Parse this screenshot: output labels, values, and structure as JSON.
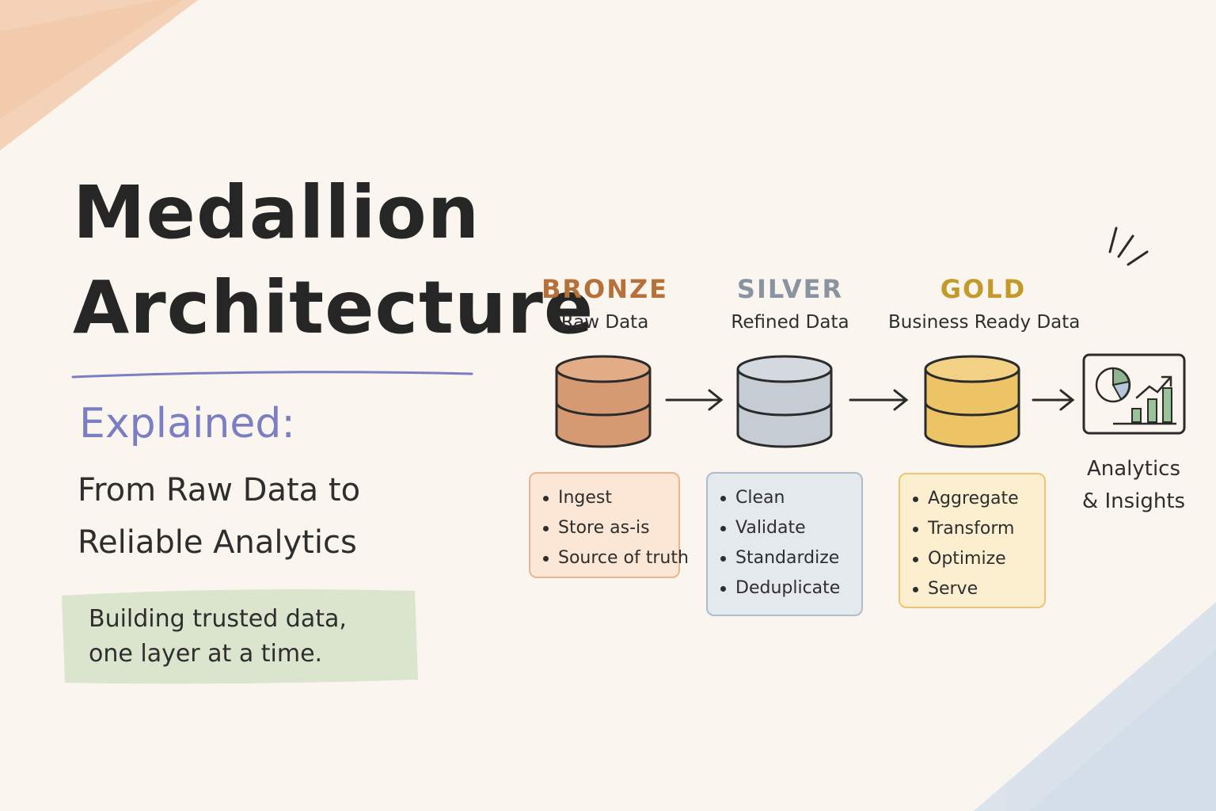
{
  "title": {
    "line1": "Medallion",
    "line2": "Architecture"
  },
  "explained": "Explained:",
  "subtitle": {
    "line1": "From Raw Data to",
    "line2": "Reliable Analytics"
  },
  "tagline": {
    "line1": "Building trusted data,",
    "line2": "one layer at a time."
  },
  "tiers": [
    {
      "name": "BRONZE",
      "subtitle": "Raw Data",
      "items": [
        "Ingest",
        "Store as-is",
        "Source of truth"
      ]
    },
    {
      "name": "SILVER",
      "subtitle": "Refined Data",
      "items": [
        "Clean",
        "Validate",
        "Standardize",
        "Deduplicate"
      ]
    },
    {
      "name": "GOLD",
      "subtitle": "Business Ready Data",
      "items": [
        "Aggregate",
        "Transform",
        "Optimize",
        "Serve"
      ]
    }
  ],
  "analytics": {
    "line1": "Analytics",
    "line2": "& Insights"
  },
  "colors": {
    "bronze": "#b6703a",
    "bronze_fill": "#d59a72",
    "bronze_card": "#fce7d6",
    "bronze_border": "#e8b58e",
    "silver": "#8a94a0",
    "silver_fill": "#c6ccd4",
    "silver_card": "#e4e9ee",
    "silver_border": "#aebccb",
    "gold": "#c39a2a",
    "gold_fill": "#ecc466",
    "gold_card": "#fcefd0",
    "gold_border": "#ecc574",
    "accent_purple": "#7b7ec3",
    "tagline_bg": "#dbe5ce"
  },
  "icons": {
    "arrow": "right-arrow-icon",
    "database": "database-cylinder-icon",
    "dashboard": "analytics-dashboard-icon",
    "sparkle": "sparkle-lines-icon"
  }
}
